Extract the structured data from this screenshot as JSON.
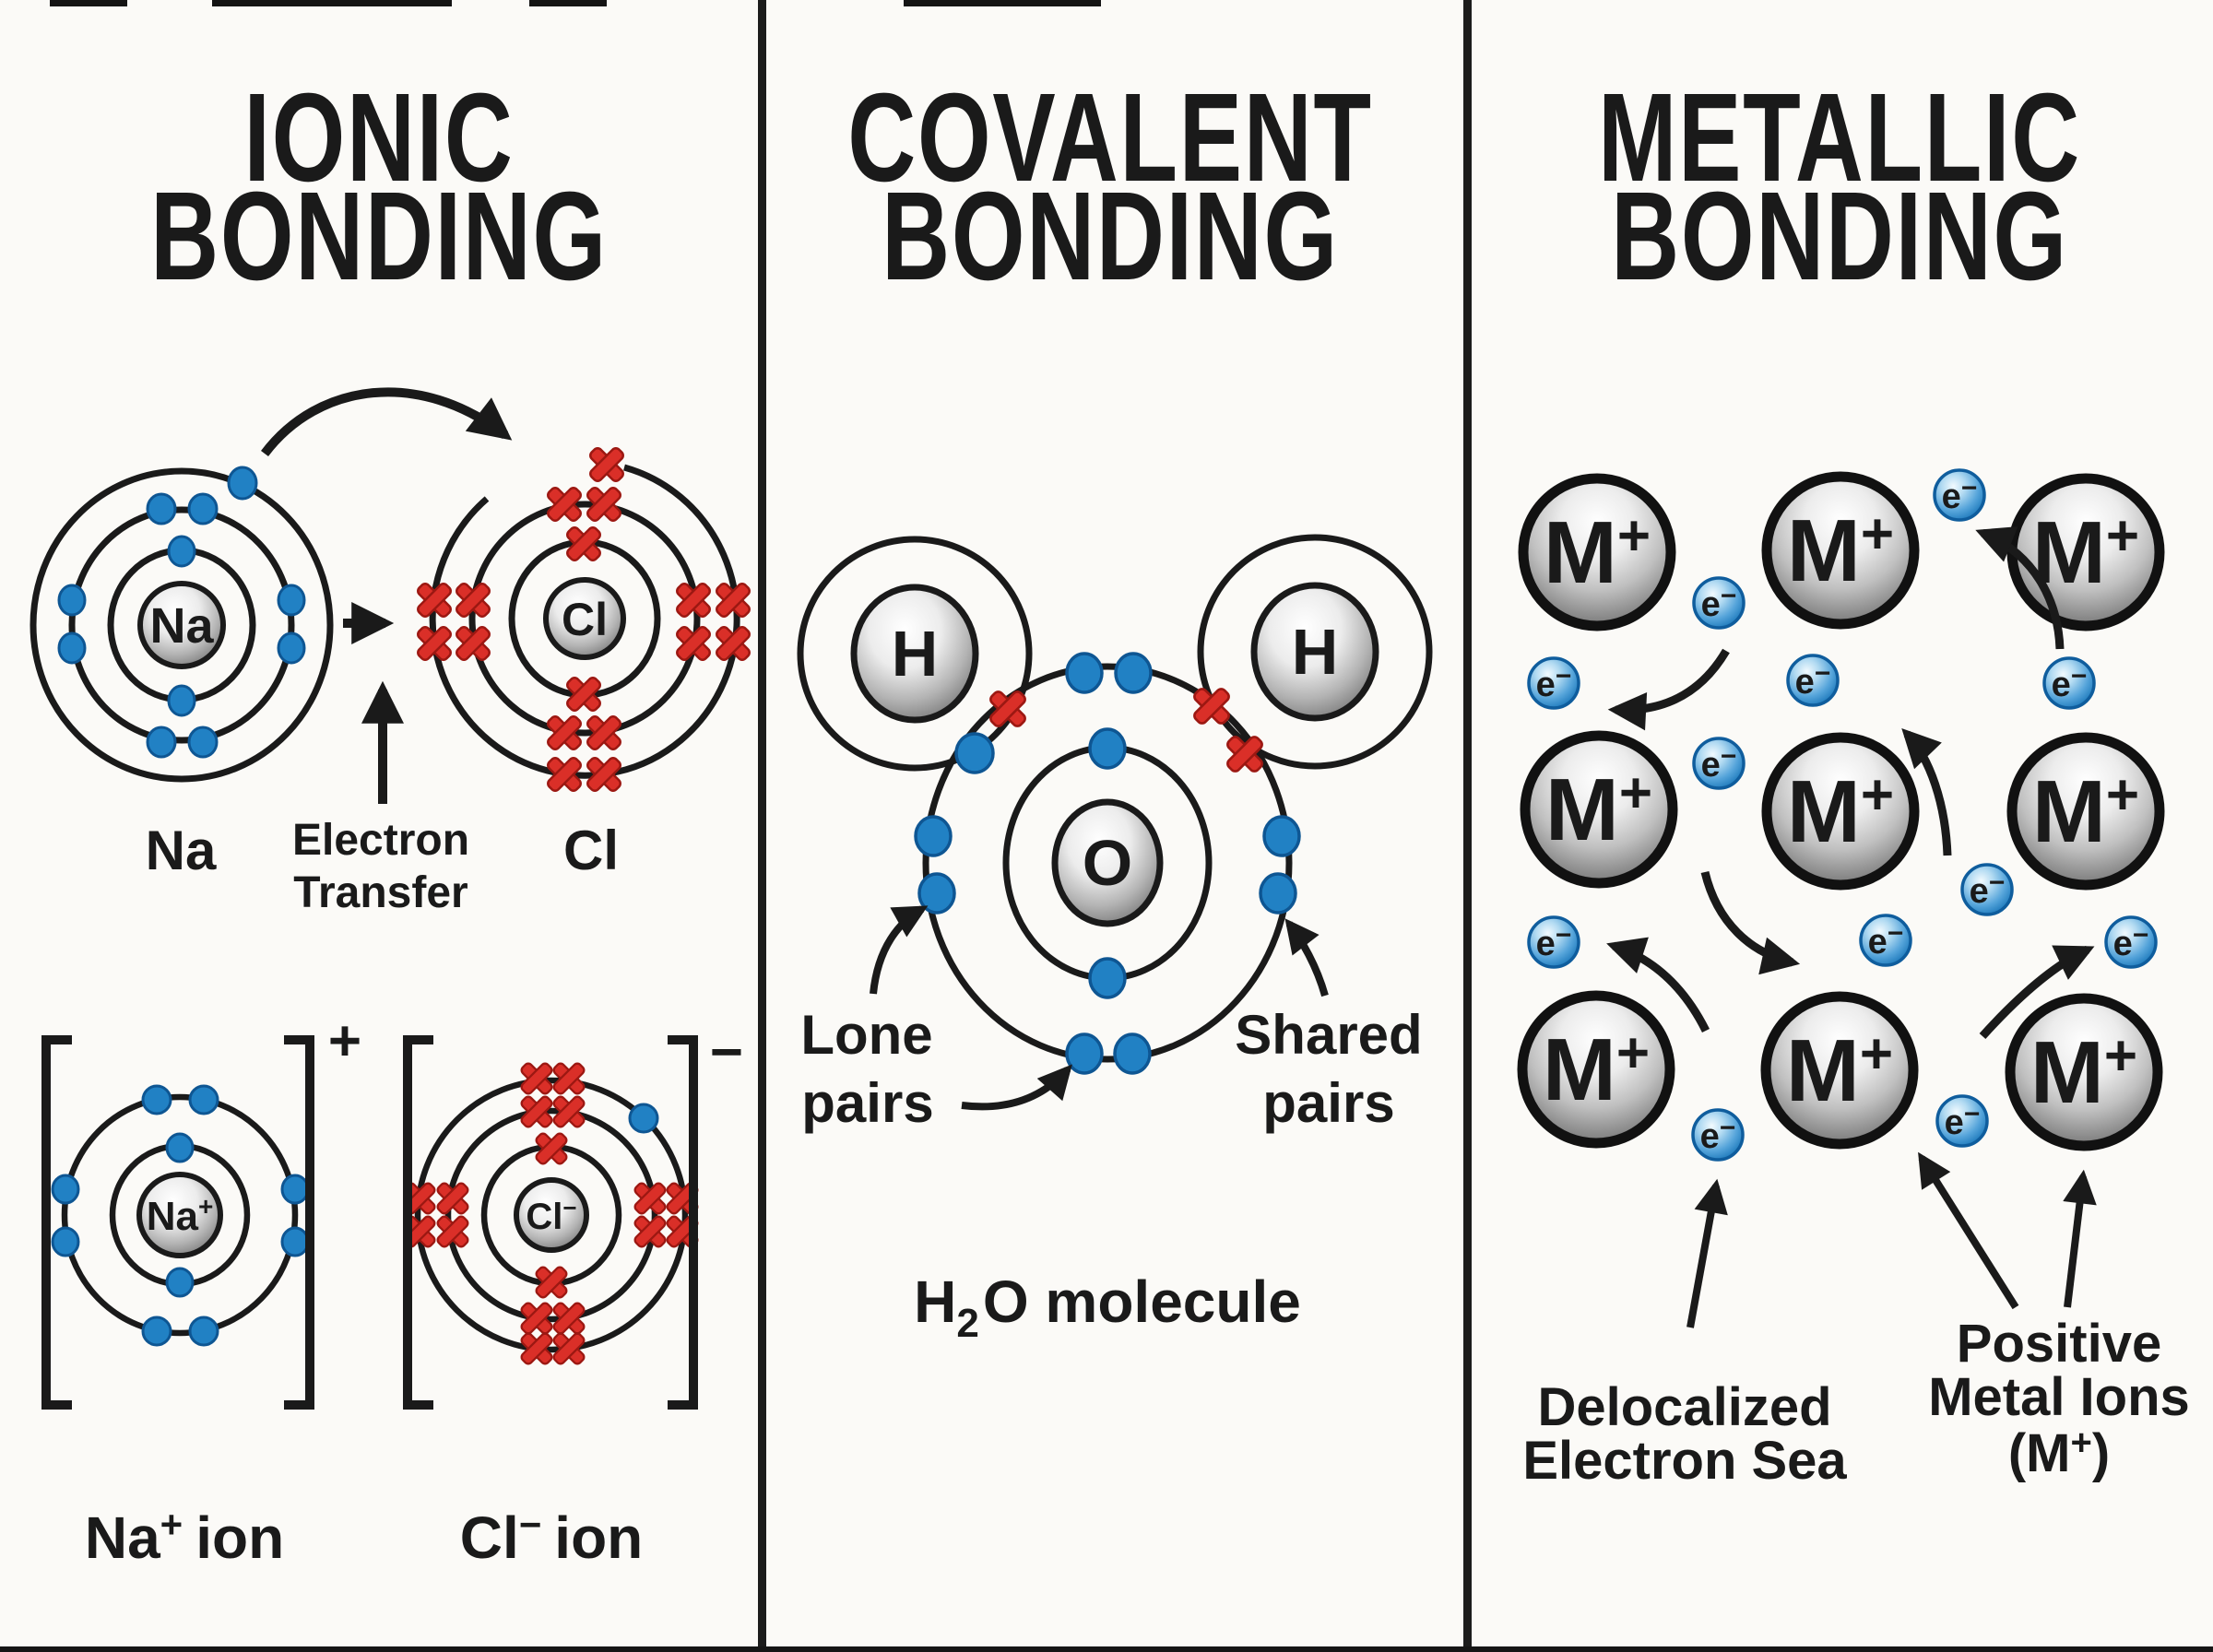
{
  "colors": {
    "ink": "#1a1a1a",
    "electron_blue": "#2181c4",
    "cross_red": "#da2f28",
    "metal_gray": "#6a6a6a",
    "paper": "#fbfaf7"
  },
  "ionic": {
    "title_line1": "IONIC",
    "title_line2": "BONDING",
    "na_nucleus": "Na",
    "cl_nucleus": "Cl",
    "na_label": "Na",
    "cl_label": "Cl",
    "transfer_line1": "Electron",
    "transfer_line2": "Transfer",
    "na_ion_nucleus": "Na",
    "na_ion_nucleus_charge": "+",
    "cl_ion_nucleus": "Cl",
    "cl_ion_nucleus_charge": "−",
    "na_bracket_charge": "+",
    "cl_bracket_charge": "−",
    "na_ion_label": "Na",
    "na_ion_label_charge": "+",
    "na_ion_label_word": "ion",
    "cl_ion_label": "Cl",
    "cl_ion_label_charge": "−",
    "cl_ion_label_word": "ion"
  },
  "covalent": {
    "title_line1": "COVALENT",
    "title_line2": "BONDING",
    "h_nucleus": "H",
    "o_nucleus": "O",
    "lone_line1": "Lone",
    "lone_line2": "pairs",
    "shared_line1": "Shared",
    "shared_line2": "pairs",
    "molecule_h": "H",
    "molecule_sub": "2",
    "molecule_rest": "O molecule"
  },
  "metallic": {
    "title_line1": "METALLIC",
    "title_line2": "BONDING",
    "ion_symbol": "M",
    "ion_charge": "+",
    "electron_symbol": "e",
    "electron_charge": "−",
    "deloc_line1": "Delocalized",
    "deloc_line2": "Electron Sea",
    "pos_line1": "Positive",
    "pos_line2": "Metal Ions",
    "pos_line3_open": "(M",
    "pos_line3_charge": "+",
    "pos_line3_close": ")"
  }
}
